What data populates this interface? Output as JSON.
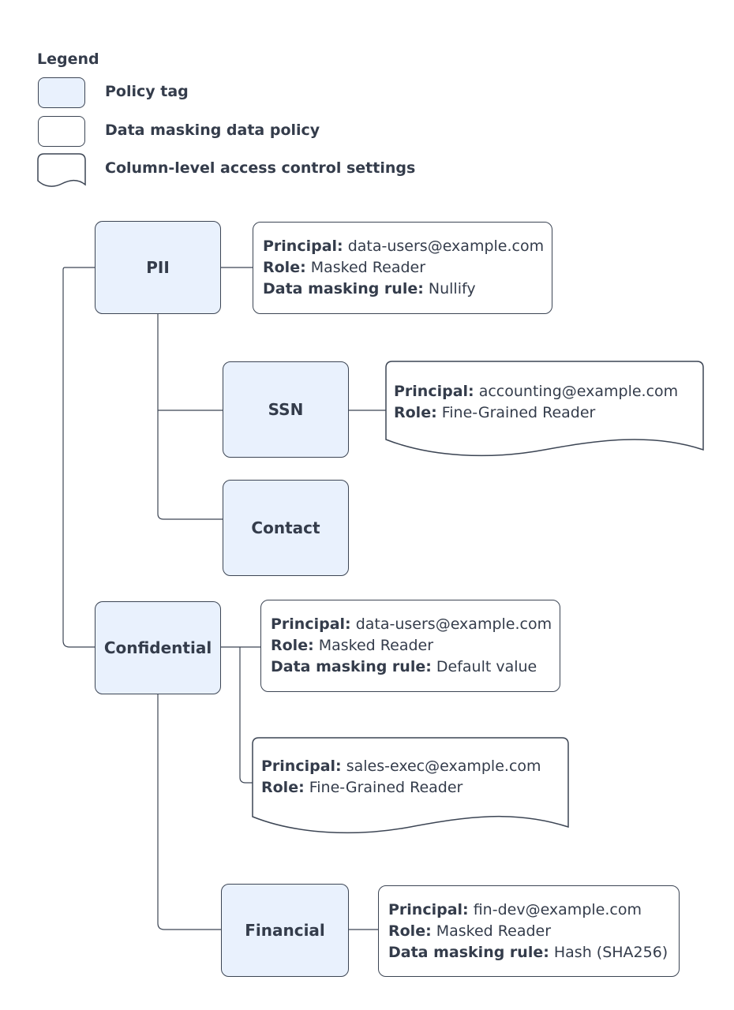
{
  "legend": {
    "title": "Legend",
    "items": [
      {
        "shape": "policy-tag",
        "label": "Policy tag"
      },
      {
        "shape": "data-masking-data-policy",
        "label": "Data masking data policy"
      },
      {
        "shape": "column-level-access-control-settings",
        "label": "Column-level access control settings"
      }
    ]
  },
  "tags": {
    "pii": {
      "label": "PII"
    },
    "ssn": {
      "label": "SSN"
    },
    "contact": {
      "label": "Contact"
    },
    "confidential": {
      "label": "Confidential"
    },
    "financial": {
      "label": "Financial"
    }
  },
  "labels": {
    "principal": "Principal:",
    "role": "Role:",
    "rule": "Data masking rule:"
  },
  "policies": {
    "pii_masking": {
      "principal": "data-users@example.com",
      "role": "Masked Reader",
      "rule": "Nullify"
    },
    "ssn_access": {
      "principal": "accounting@example.com",
      "role": "Fine-Grained Reader"
    },
    "confidential_masking": {
      "principal": "data-users@example.com",
      "role": "Masked Reader",
      "rule": "Default value"
    },
    "confidential_access": {
      "principal": "sales-exec@example.com",
      "role": "Fine-Grained Reader"
    },
    "financial_masking": {
      "principal": "fin-dev@example.com",
      "role": "Masked Reader",
      "rule": "Hash (SHA256)"
    }
  },
  "colors": {
    "policy_tag_fill": "#e9f1fd",
    "stroke": "#3c4554",
    "text": "#343c4b",
    "background": "#ffffff"
  }
}
